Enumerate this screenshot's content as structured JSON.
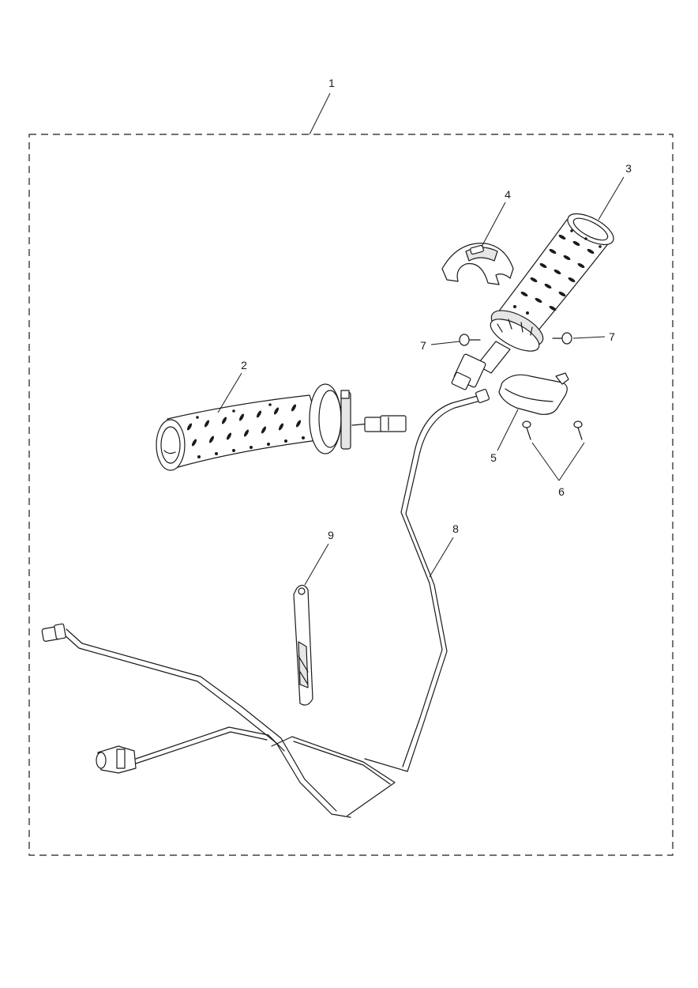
{
  "callouts": {
    "c1": "1",
    "c2": "2",
    "c3": "3",
    "c4": "4",
    "c5": "5",
    "c6": "6",
    "c7a": "7",
    "c7b": "7",
    "c8": "8",
    "c9": "9"
  },
  "colors": {
    "line": "#1a1a1a",
    "fill": "#ffffff",
    "shade": "#e6e6e6"
  }
}
